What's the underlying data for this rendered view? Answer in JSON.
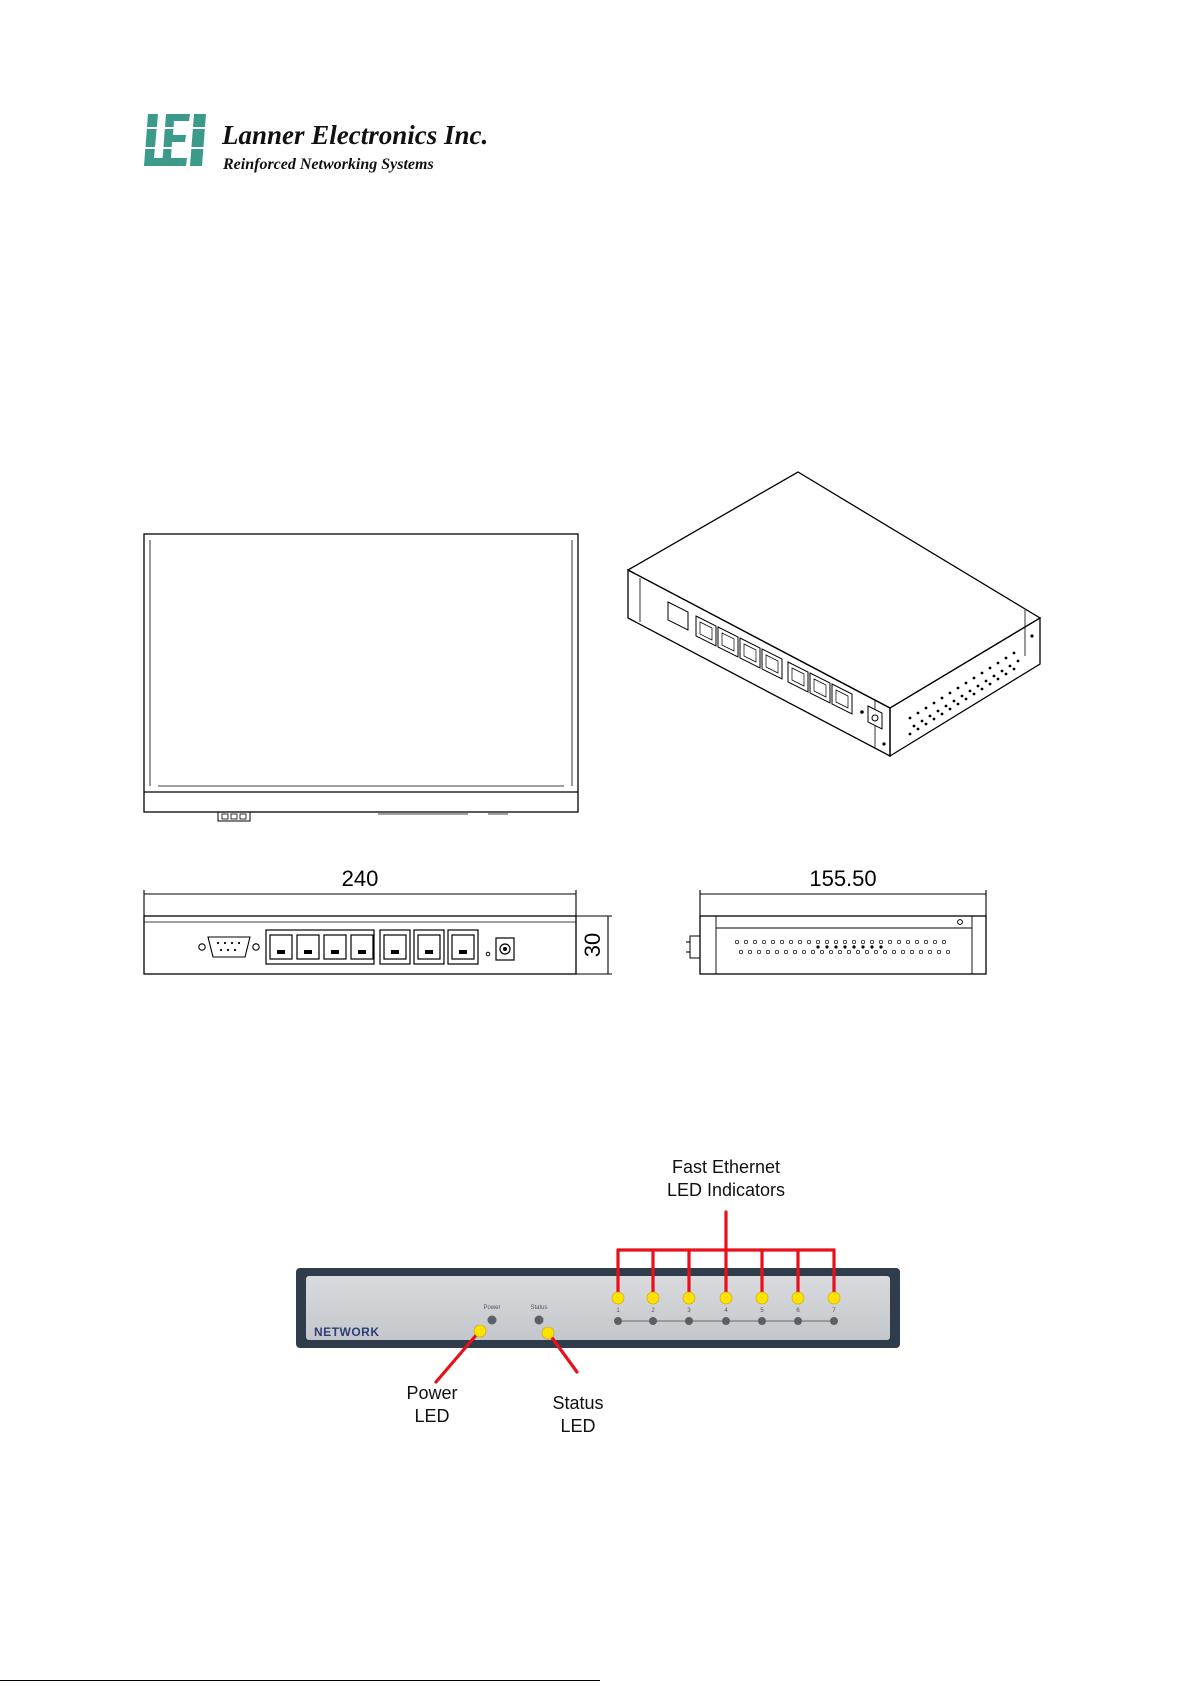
{
  "header": {
    "company_name": "Lanner Electronics Inc.",
    "tagline": "Reinforced Networking Systems"
  },
  "dimensions": {
    "width": "240",
    "height": "30",
    "depth": "155.50"
  },
  "front_panel": {
    "brand_label": "NETWORK",
    "power_tiny_label": "Power",
    "status_tiny_label": "Status",
    "port_numbers": [
      "1",
      "2",
      "3",
      "4",
      "5",
      "6",
      "7"
    ],
    "callouts": {
      "fast_ethernet": "Fast Ethernet\nLED Indicators",
      "power": "Power\nLED",
      "status": "Status\nLED"
    }
  },
  "colors": {
    "callout_line": "#e8101a",
    "led_marker": "#ffe100",
    "panel_frame": "#2e3c4c",
    "panel_face": "#cfd1d4"
  }
}
